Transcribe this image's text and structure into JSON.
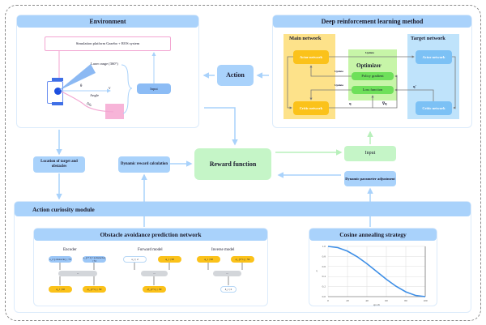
{
  "environment": {
    "title": "Environment",
    "simulation_label": "Simulation platform Gazebo + ROS system",
    "laser_label": "Laser range (360°)",
    "angle_label": "Angle",
    "dis_label": "Dis",
    "theta_label": "θ",
    "v_label": "v",
    "input_label": "Input"
  },
  "action": {
    "label": "Action"
  },
  "drl": {
    "title": "Deep reinforcement learning method",
    "main_network": {
      "title": "Main network",
      "actor": "Actor network",
      "critic": "Critic network"
    },
    "optimizer": {
      "title": "Optimizer",
      "policy_gradient": "Policy gradient",
      "loss_function": "Loss function"
    },
    "target_network": {
      "title": "Target network",
      "actor": "Actor network",
      "critic": "Critic network"
    },
    "labels": {
      "update_top": "Update",
      "update_policy": "Update",
      "update_loss": "Update",
      "q": "q",
      "q_prime": "q'",
      "mu": "∇q"
    }
  },
  "middle": {
    "location": "Location of target and obstacles",
    "dynamic_reward": "Dynamic reward calculation",
    "reward_function": "Reward function",
    "input": "Input",
    "dynamic_param": "Dynamic parameter adjustment"
  },
  "curiosity": {
    "title": "Action curiosity module",
    "oapn": {
      "title": "Obstacle avoidance prediction network",
      "encoder": {
        "title": "Encoder",
        "in1": "s_t^{obstacle} | 72",
        "in2": "s_{t+1}^{obstacle} | 72",
        "mid": "...",
        "out1": "φ_t | 50",
        "out2": "φ_{t+1} | 50"
      },
      "forward": {
        "title": "Forward model",
        "in1": "a_t | 2",
        "in2": "φ_t | 50",
        "mid": "...",
        "out": "φ̂_{t+1} | 50"
      },
      "inverse": {
        "title": "Inverse model",
        "in1": "φ_t | 50",
        "in2": "φ_{t+1} | 50",
        "mid": "...",
        "out": "â_t | 2"
      }
    },
    "cosine": {
      "title": "Cosine annealing strategy",
      "chart_data": {
        "type": "line",
        "title": "",
        "xlabel": "epoch",
        "ylabel": "η",
        "x": [
          0,
          10,
          20,
          30,
          40,
          50,
          60,
          70,
          80,
          90,
          100
        ],
        "values": [
          1.0,
          0.976,
          0.905,
          0.794,
          0.655,
          0.5,
          0.345,
          0.206,
          0.095,
          0.024,
          0.0
        ],
        "xticks": [
          "0",
          "20",
          "40",
          "60",
          "80",
          "100"
        ],
        "yticks": [
          "0.0",
          "0.2",
          "0.4",
          "0.6",
          "0.8",
          "1.0"
        ],
        "xlim": [
          0,
          100
        ],
        "ylim": [
          0,
          1
        ],
        "grid": true,
        "color": "#3d8ee6"
      }
    }
  }
}
